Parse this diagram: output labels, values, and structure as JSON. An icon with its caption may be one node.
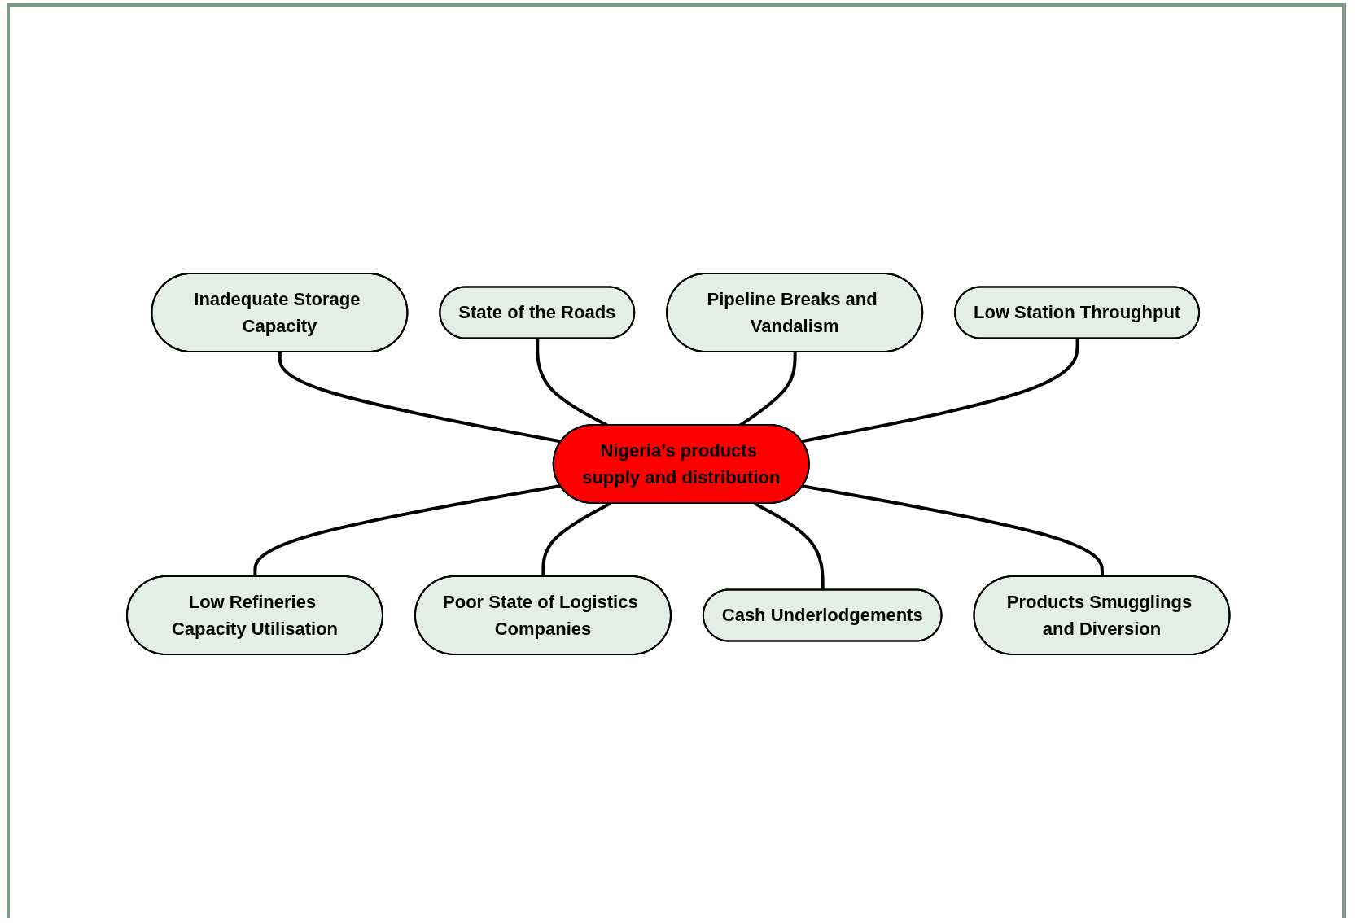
{
  "diagram": {
    "nodes": [
      {
        "text": [
          "Nigeria’s products supply and distribution"
        ]
      },
      {
        "text": [
          "Inadequate Storage Capacity"
        ]
      },
      {
        "text": [
          "State of the Roads"
        ]
      },
      {
        "text": [
          "Pipeline Breaks and Vandalism"
        ]
      },
      {
        "text": [
          "Low Station Throughput"
        ]
      },
      {
        "text": [
          "Low Refineries Capacity Utilisation"
        ]
      },
      {
        "text": [
          "Poor State of Logistics Companies"
        ]
      },
      {
        "text": [
          "Cash Underlodgements"
        ]
      },
      {
        "text": [
          "Products Smugglings and Diversion"
        ]
      }
    ],
    "edges": [
      {
        "from": 0,
        "to": 1,
        "arrow": "none"
      },
      {
        "from": 0,
        "to": 2,
        "arrow": "none"
      },
      {
        "from": 0,
        "to": 3,
        "arrow": "none"
      },
      {
        "from": 0,
        "to": 4,
        "arrow": "none"
      },
      {
        "from": 0,
        "to": 5,
        "arrow": "none"
      },
      {
        "from": 0,
        "to": 6,
        "arrow": "none"
      },
      {
        "from": 0,
        "to": 7,
        "arrow": "none"
      },
      {
        "from": 0,
        "to": 8,
        "arrow": "none"
      }
    ]
  }
}
